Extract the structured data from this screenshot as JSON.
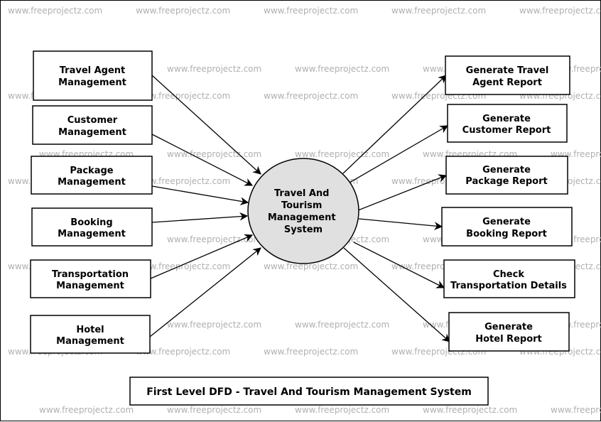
{
  "watermark": "www.freeprojectz.com",
  "center": {
    "lines": [
      "Travel And",
      "Tourism",
      "Management",
      "System"
    ]
  },
  "inputs": [
    {
      "lines": [
        "Travel Agent",
        "Management"
      ]
    },
    {
      "lines": [
        "Customer",
        "Management"
      ]
    },
    {
      "lines": [
        "Package",
        "Management"
      ]
    },
    {
      "lines": [
        "Booking",
        "Management"
      ]
    },
    {
      "lines": [
        "Transportation",
        "Management"
      ]
    },
    {
      "lines": [
        "Hotel",
        "Management"
      ]
    }
  ],
  "outputs": [
    {
      "lines": [
        "Generate Travel",
        "Agent Report"
      ]
    },
    {
      "lines": [
        "Generate",
        "Customer Report"
      ]
    },
    {
      "lines": [
        "Generate",
        "Package Report"
      ]
    },
    {
      "lines": [
        "Generate",
        "Booking Report"
      ]
    },
    {
      "lines": [
        "Check",
        "Transportation Details"
      ]
    },
    {
      "lines": [
        "Generate",
        "Hotel Report"
      ]
    }
  ],
  "caption": "First Level DFD - Travel And Tourism Management System",
  "colors": {
    "process_fill": "#e0e0e0",
    "watermark": "#b0b0b0"
  }
}
